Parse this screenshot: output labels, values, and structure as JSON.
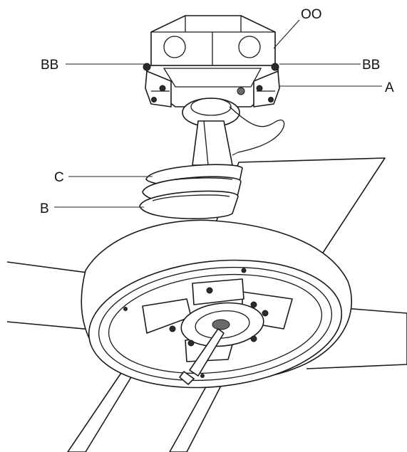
{
  "labels": {
    "oo": "OO",
    "bb_left": "BB",
    "bb_right": "BB",
    "a": "A",
    "c": "C",
    "b": "B"
  }
}
